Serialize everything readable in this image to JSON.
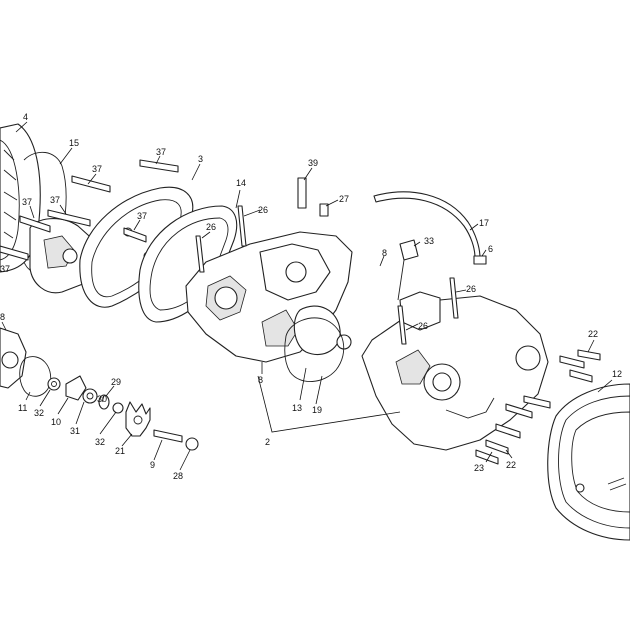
{
  "colors": {
    "line": "#222222",
    "background": "#ffffff",
    "shade": "#e4e4e4"
  },
  "callouts": [
    {
      "id": "c4",
      "label": "4"
    },
    {
      "id": "c15",
      "label": "15"
    },
    {
      "id": "c37a",
      "label": "37"
    },
    {
      "id": "c37b",
      "label": "37"
    },
    {
      "id": "c37c",
      "label": "37"
    },
    {
      "id": "c37d",
      "label": "37"
    },
    {
      "id": "c37e",
      "label": "37"
    },
    {
      "id": "c3",
      "label": "3"
    },
    {
      "id": "c39",
      "label": "39"
    },
    {
      "id": "c14",
      "label": "14"
    },
    {
      "id": "c26a",
      "label": "26"
    },
    {
      "id": "c27",
      "label": "27"
    },
    {
      "id": "c26b",
      "label": "26"
    },
    {
      "id": "c37f",
      "label": "37"
    },
    {
      "id": "c17",
      "label": "17"
    },
    {
      "id": "c33",
      "label": "33"
    },
    {
      "id": "c6",
      "label": "6"
    },
    {
      "id": "c8a",
      "label": "8"
    },
    {
      "id": "c26c",
      "label": "26"
    },
    {
      "id": "c26d",
      "label": "26"
    },
    {
      "id": "c22a",
      "label": "22"
    },
    {
      "id": "c8b",
      "label": "8"
    },
    {
      "id": "c12",
      "label": "12"
    },
    {
      "id": "c8c",
      "label": "8"
    },
    {
      "id": "c11",
      "label": "11"
    },
    {
      "id": "c32a",
      "label": "32"
    },
    {
      "id": "c10",
      "label": "10"
    },
    {
      "id": "c31",
      "label": "31"
    },
    {
      "id": "c29",
      "label": "29"
    },
    {
      "id": "c30",
      "label": "30"
    },
    {
      "id": "c32b",
      "label": "32"
    },
    {
      "id": "c21",
      "label": "21"
    },
    {
      "id": "c9",
      "label": "9"
    },
    {
      "id": "c28",
      "label": "28"
    },
    {
      "id": "c13",
      "label": "13"
    },
    {
      "id": "c19",
      "label": "19"
    },
    {
      "id": "c2",
      "label": "2"
    },
    {
      "id": "c23",
      "label": "23"
    },
    {
      "id": "c22b",
      "label": "22"
    }
  ]
}
